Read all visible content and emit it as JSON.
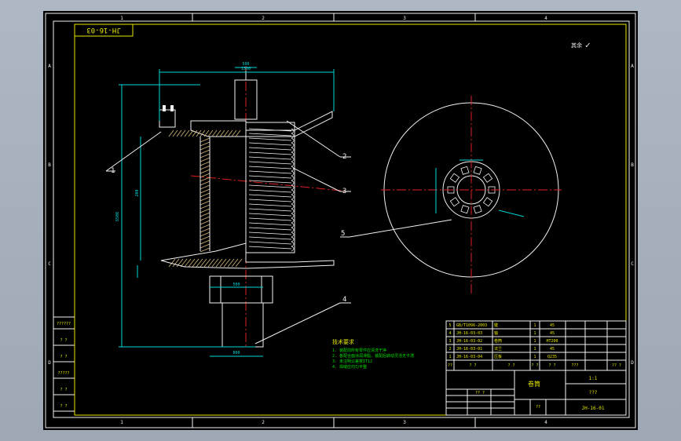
{
  "drawing": {
    "title_tag": "JH-16-03",
    "stamp_label": "其余",
    "stamp_mark": "✓",
    "drawing_number": "JH-16-01",
    "material": "??",
    "scale": "1:1",
    "border_cols": [
      "1",
      "2",
      "3",
      "4"
    ],
    "border_rows": [
      "A",
      "B",
      "C",
      "D"
    ],
    "side_labels": [
      "??????",
      "? ?",
      "? ?",
      "?????",
      "? ?",
      "? ?"
    ],
    "dims": {
      "top_width": "1300",
      "hub_width": "500",
      "overall_height": "6500",
      "left_height": "200",
      "base_width": "800",
      "shaft_bottom": "500"
    }
  },
  "callouts": [
    "1",
    "2",
    "3",
    "4",
    "5"
  ],
  "notes": {
    "heading": "技术要求",
    "lines": [
      "1. 装配前所有零件应清洗干净",
      "2. 各配合面涂润滑脂，装配后转动灵活无卡滞",
      "3. 未注明公差按IT12",
      "4. 焊缝应均匀平整"
    ]
  },
  "bom": {
    "rows": [
      {
        "no": "5",
        "code": "GB/T1096-2003",
        "name": "键",
        "qty": "1",
        "mat": "45"
      },
      {
        "no": "4",
        "code": "JH-16-03-03",
        "name": "轴",
        "qty": "1",
        "mat": "45"
      },
      {
        "no": "3",
        "code": "JH-16-03-02",
        "name": "卷筒",
        "qty": "1",
        "mat": "HT200"
      },
      {
        "no": "2",
        "code": "JH-16-03-01",
        "name": "法兰",
        "qty": "1",
        "mat": "45"
      },
      {
        "no": "1",
        "code": "JH-16-03-04",
        "name": "压板",
        "qty": "1",
        "mat": "Q235"
      }
    ],
    "header": [
      "??",
      "? ?",
      "? ?",
      "? ?",
      "? ?",
      "???",
      "?? ?"
    ]
  },
  "title_block": {
    "drawing_name": "卷筒",
    "company": "???",
    "sign_label": "?? ?"
  }
}
